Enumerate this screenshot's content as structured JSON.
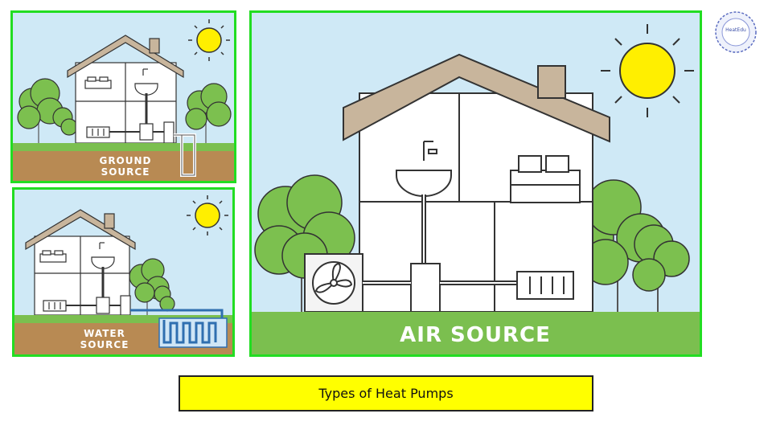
{
  "panels": {
    "ground": {
      "line1": "GROUND",
      "line2": "SOURCE"
    },
    "water": {
      "line1": "WATER",
      "line2": "SOURCE"
    },
    "air": {
      "label": "AIR SOURCE"
    }
  },
  "caption": "Types of Heat Pumps",
  "logo": {
    "text": "HeatEdu"
  },
  "colors": {
    "border": "#22dd22",
    "sky": "#cfe9f6",
    "sun": "#ffef00",
    "roof": "#c8b59c",
    "grass": "#7bbf4f",
    "soil": "#b88a53",
    "tree": "#7cc04f",
    "caption_bg": "#ffff00",
    "water_pipe": "#2f6fb0"
  },
  "icons": [
    "sun-icon",
    "tree-icon",
    "bathtub-icon",
    "bed-icon",
    "radiator-icon",
    "fan-unit-icon",
    "logo-icon"
  ]
}
